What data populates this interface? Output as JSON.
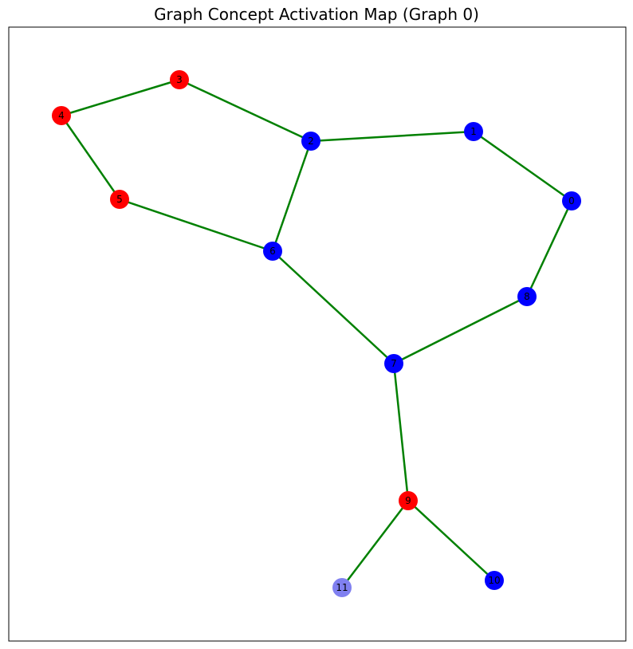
{
  "figure": {
    "title": "Graph Concept Activation Map (Graph 0)"
  },
  "colors": {
    "edge": "#008000",
    "frame": "#000000",
    "concept_red": "#ff0000",
    "concept_blue": "#0000ff",
    "concept_light_blue": "#8080f0"
  },
  "graph": {
    "nodes": [
      {
        "id": "0",
        "label": "0",
        "color": "#0000ff"
      },
      {
        "id": "1",
        "label": "1",
        "color": "#0000ff"
      },
      {
        "id": "2",
        "label": "2",
        "color": "#0000ff"
      },
      {
        "id": "3",
        "label": "3",
        "color": "#ff0000"
      },
      {
        "id": "4",
        "label": "4",
        "color": "#ff0000"
      },
      {
        "id": "5",
        "label": "5",
        "color": "#ff0000"
      },
      {
        "id": "6",
        "label": "6",
        "color": "#0000ff"
      },
      {
        "id": "7",
        "label": "7",
        "color": "#0000ff"
      },
      {
        "id": "8",
        "label": "8",
        "color": "#0000ff"
      },
      {
        "id": "9",
        "label": "9",
        "color": "#ff0000"
      },
      {
        "id": "10",
        "label": "10",
        "color": "#0000ff"
      },
      {
        "id": "11",
        "label": "11",
        "color": "#8080f0"
      }
    ],
    "edges": [
      [
        "0",
        "1"
      ],
      [
        "1",
        "2"
      ],
      [
        "2",
        "3"
      ],
      [
        "3",
        "4"
      ],
      [
        "4",
        "5"
      ],
      [
        "5",
        "6"
      ],
      [
        "2",
        "6"
      ],
      [
        "6",
        "7"
      ],
      [
        "7",
        "8"
      ],
      [
        "8",
        "0"
      ],
      [
        "7",
        "9"
      ],
      [
        "9",
        "10"
      ],
      [
        "9",
        "11"
      ]
    ]
  }
}
